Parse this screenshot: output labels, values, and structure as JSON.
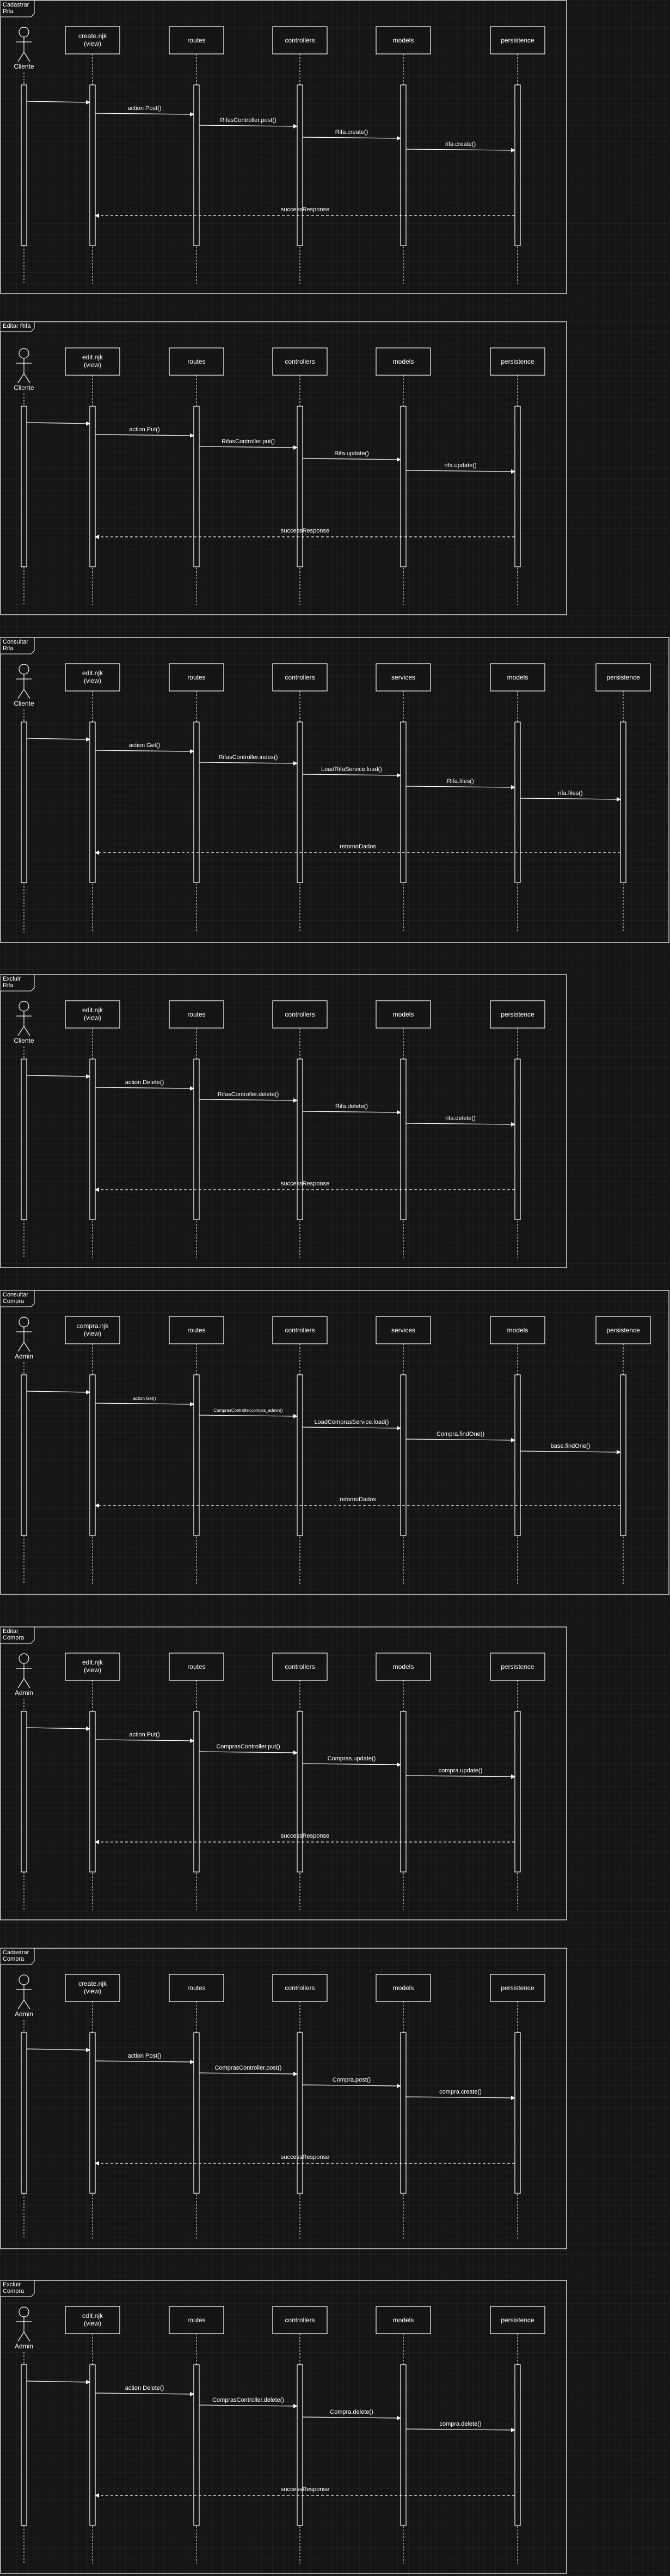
{
  "diagrams": [
    {
      "frame_label": [
        "Cadastrar",
        "Rifa"
      ],
      "lifelines": [
        {
          "label": [
            "Cliente"
          ],
          "kind": "actor"
        },
        {
          "label": [
            "create.njk",
            "(view)"
          ],
          "kind": "box"
        },
        {
          "label": [
            "routes"
          ],
          "kind": "box"
        },
        {
          "label": [
            "controllers"
          ],
          "kind": "box"
        },
        {
          "label": [
            "models"
          ],
          "kind": "box"
        },
        {
          "label": [
            "persistence"
          ],
          "kind": "box"
        }
      ],
      "messages": [
        {
          "from": 0,
          "to": 1,
          "label": "",
          "type": "sync"
        },
        {
          "from": 1,
          "to": 2,
          "label": "action Post()",
          "type": "sync"
        },
        {
          "from": 2,
          "to": 3,
          "label": "RifasController.post()",
          "type": "sync"
        },
        {
          "from": 3,
          "to": 4,
          "label": "Rifa.create()",
          "type": "sync"
        },
        {
          "from": 4,
          "to": 5,
          "label": "rifa.create()",
          "type": "sync"
        },
        {
          "from": 5,
          "to": 1,
          "label": "successResponse",
          "type": "return"
        }
      ]
    },
    {
      "frame_label": [
        "Editar Rifa"
      ],
      "lifelines": [
        {
          "label": [
            "Cliente"
          ],
          "kind": "actor"
        },
        {
          "label": [
            "edit.njk",
            "(view)"
          ],
          "kind": "box"
        },
        {
          "label": [
            "routes"
          ],
          "kind": "box"
        },
        {
          "label": [
            "controllers"
          ],
          "kind": "box"
        },
        {
          "label": [
            "models"
          ],
          "kind": "box"
        },
        {
          "label": [
            "persistence"
          ],
          "kind": "box"
        }
      ],
      "messages": [
        {
          "from": 0,
          "to": 1,
          "label": "",
          "type": "sync"
        },
        {
          "from": 1,
          "to": 2,
          "label": "action Put()",
          "type": "sync"
        },
        {
          "from": 2,
          "to": 3,
          "label": "RifasController.put()",
          "type": "sync"
        },
        {
          "from": 3,
          "to": 4,
          "label": "Rifa.update()",
          "type": "sync"
        },
        {
          "from": 4,
          "to": 5,
          "label": "rifa.update()",
          "type": "sync"
        },
        {
          "from": 5,
          "to": 1,
          "label": "successResponse",
          "type": "return"
        }
      ]
    },
    {
      "frame_label": [
        "Consultar",
        "Rifa"
      ],
      "lifelines": [
        {
          "label": [
            "Cliente"
          ],
          "kind": "actor"
        },
        {
          "label": [
            "edit.njk",
            "(view)"
          ],
          "kind": "box"
        },
        {
          "label": [
            "routes"
          ],
          "kind": "box"
        },
        {
          "label": [
            "controllers"
          ],
          "kind": "box"
        },
        {
          "label": [
            "services"
          ],
          "kind": "box"
        },
        {
          "label": [
            "models"
          ],
          "kind": "box"
        },
        {
          "label": [
            "persistence"
          ],
          "kind": "box"
        }
      ],
      "messages": [
        {
          "from": 0,
          "to": 1,
          "label": "",
          "type": "sync"
        },
        {
          "from": 1,
          "to": 2,
          "label": "action Get()",
          "type": "sync"
        },
        {
          "from": 2,
          "to": 3,
          "label": "RifasController.index()",
          "type": "sync"
        },
        {
          "from": 3,
          "to": 4,
          "label": "LoadRifaService.load()",
          "type": "sync"
        },
        {
          "from": 4,
          "to": 5,
          "label": "Rifa.files()",
          "type": "sync"
        },
        {
          "from": 5,
          "to": 6,
          "label": "rifa.files()",
          "type": "sync"
        },
        {
          "from": 6,
          "to": 1,
          "label": "retornoDados",
          "type": "return"
        }
      ]
    },
    {
      "frame_label": [
        "Excluir",
        "Rifa"
      ],
      "lifelines": [
        {
          "label": [
            "Cliente"
          ],
          "kind": "actor"
        },
        {
          "label": [
            "edit.njk",
            "(view)"
          ],
          "kind": "box"
        },
        {
          "label": [
            "routes"
          ],
          "kind": "box"
        },
        {
          "label": [
            "controllers"
          ],
          "kind": "box"
        },
        {
          "label": [
            "models"
          ],
          "kind": "box"
        },
        {
          "label": [
            "persistence"
          ],
          "kind": "box"
        }
      ],
      "messages": [
        {
          "from": 0,
          "to": 1,
          "label": "",
          "type": "sync"
        },
        {
          "from": 1,
          "to": 2,
          "label": "action Delete()",
          "type": "sync"
        },
        {
          "from": 2,
          "to": 3,
          "label": "RifasController.delete()",
          "type": "sync"
        },
        {
          "from": 3,
          "to": 4,
          "label": "Rifa.delete()",
          "type": "sync"
        },
        {
          "from": 4,
          "to": 5,
          "label": "rifa.delete()",
          "type": "sync"
        },
        {
          "from": 5,
          "to": 1,
          "label": "successResponse",
          "type": "return"
        }
      ]
    },
    {
      "frame_label": [
        "Consultar",
        "Compra"
      ],
      "lifelines": [
        {
          "label": [
            "Admin"
          ],
          "kind": "actor"
        },
        {
          "label": [
            "compra.njk",
            "(view)"
          ],
          "kind": "box"
        },
        {
          "label": [
            "routes"
          ],
          "kind": "box"
        },
        {
          "label": [
            "controllers"
          ],
          "kind": "box"
        },
        {
          "label": [
            "services"
          ],
          "kind": "box"
        },
        {
          "label": [
            "models"
          ],
          "kind": "box"
        },
        {
          "label": [
            "persistence"
          ],
          "kind": "box"
        }
      ],
      "messages": [
        {
          "from": 0,
          "to": 1,
          "label": "",
          "type": "sync"
        },
        {
          "from": 1,
          "to": 2,
          "label": "action Get()",
          "type": "sync",
          "small": true
        },
        {
          "from": 2,
          "to": 3,
          "label": "ComprasController.compra_admin()",
          "type": "sync",
          "small": true
        },
        {
          "from": 3,
          "to": 4,
          "label": "LoadComprasService.load()",
          "type": "sync"
        },
        {
          "from": 4,
          "to": 5,
          "label": "Compra.findOne()",
          "type": "sync"
        },
        {
          "from": 5,
          "to": 6,
          "label": "base.findOne()",
          "type": "sync"
        },
        {
          "from": 6,
          "to": 1,
          "label": "retornoDados",
          "type": "return"
        }
      ]
    },
    {
      "frame_label": [
        "Editar",
        "Compra"
      ],
      "lifelines": [
        {
          "label": [
            "Admin"
          ],
          "kind": "actor"
        },
        {
          "label": [
            "edit.njk",
            "(view)"
          ],
          "kind": "box"
        },
        {
          "label": [
            "routes"
          ],
          "kind": "box"
        },
        {
          "label": [
            "controllers"
          ],
          "kind": "box"
        },
        {
          "label": [
            "models"
          ],
          "kind": "box"
        },
        {
          "label": [
            "persistence"
          ],
          "kind": "box"
        }
      ],
      "messages": [
        {
          "from": 0,
          "to": 1,
          "label": "",
          "type": "sync"
        },
        {
          "from": 1,
          "to": 2,
          "label": "action Put()",
          "type": "sync"
        },
        {
          "from": 2,
          "to": 3,
          "label": "ComprasController.put()",
          "type": "sync"
        },
        {
          "from": 3,
          "to": 4,
          "label": "Compras.update()",
          "type": "sync"
        },
        {
          "from": 4,
          "to": 5,
          "label": "compra.update()",
          "type": "sync"
        },
        {
          "from": 5,
          "to": 1,
          "label": "successResponse",
          "type": "return"
        }
      ]
    },
    {
      "frame_label": [
        "Cadastrar",
        "Compra"
      ],
      "lifelines": [
        {
          "label": [
            "Admin"
          ],
          "kind": "actor"
        },
        {
          "label": [
            "create.njk",
            "(view)"
          ],
          "kind": "box"
        },
        {
          "label": [
            "routes"
          ],
          "kind": "box"
        },
        {
          "label": [
            "controllers"
          ],
          "kind": "box"
        },
        {
          "label": [
            "models"
          ],
          "kind": "box"
        },
        {
          "label": [
            "persistence"
          ],
          "kind": "box"
        }
      ],
      "messages": [
        {
          "from": 0,
          "to": 1,
          "label": "",
          "type": "sync"
        },
        {
          "from": 1,
          "to": 2,
          "label": "action Post()",
          "type": "sync"
        },
        {
          "from": 2,
          "to": 3,
          "label": "ComprasController.post()",
          "type": "sync"
        },
        {
          "from": 3,
          "to": 4,
          "label": "Compra.post()",
          "type": "sync"
        },
        {
          "from": 4,
          "to": 5,
          "label": "compra.create()",
          "type": "sync"
        },
        {
          "from": 5,
          "to": 1,
          "label": "successResponse",
          "type": "return"
        }
      ]
    },
    {
      "frame_label": [
        "Excluir",
        "Compra"
      ],
      "lifelines": [
        {
          "label": [
            "Admin"
          ],
          "kind": "actor"
        },
        {
          "label": [
            "edit.njk",
            "(view)"
          ],
          "kind": "box"
        },
        {
          "label": [
            "routes"
          ],
          "kind": "box"
        },
        {
          "label": [
            "controllers"
          ],
          "kind": "box"
        },
        {
          "label": [
            "models"
          ],
          "kind": "box"
        },
        {
          "label": [
            "persistence"
          ],
          "kind": "box"
        }
      ],
      "messages": [
        {
          "from": 0,
          "to": 1,
          "label": "",
          "type": "sync"
        },
        {
          "from": 1,
          "to": 2,
          "label": "action Delete()",
          "type": "sync"
        },
        {
          "from": 2,
          "to": 3,
          "label": "ComprasController.delete()",
          "type": "sync"
        },
        {
          "from": 3,
          "to": 4,
          "label": "Compra.delete()",
          "type": "sync"
        },
        {
          "from": 4,
          "to": 5,
          "label": "compra.delete()",
          "type": "sync"
        },
        {
          "from": 5,
          "to": 1,
          "label": "successResponse",
          "type": "return"
        }
      ]
    }
  ]
}
